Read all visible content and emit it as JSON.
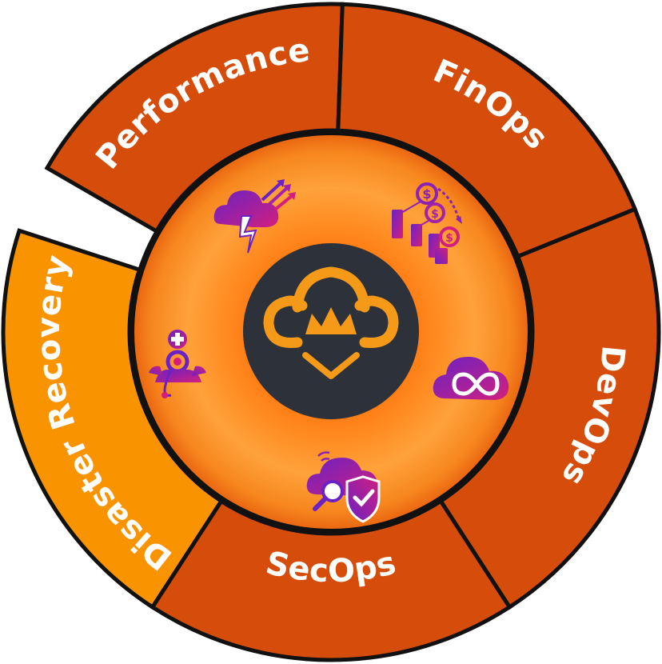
{
  "segments": [
    {
      "id": "performance",
      "label": "Performance",
      "icon": "cloud-lightning-icon",
      "color": "#D64D0B"
    },
    {
      "id": "finops",
      "label": "FinOps",
      "icon": "cost-chart-icon",
      "color": "#D64D0B"
    },
    {
      "id": "devops",
      "label": "DevOps",
      "icon": "cloud-infinity-icon",
      "color": "#D64D0B"
    },
    {
      "id": "secops",
      "label": "SecOps",
      "icon": "cloud-security-icon",
      "color": "#D64D0B"
    },
    {
      "id": "disaster-recovery",
      "label": "Disaster Recovery",
      "icon": "health-check-icon",
      "color": "#FA9300"
    }
  ],
  "center_logo": "crown-monkey-logo",
  "colors": {
    "outline": "#111111",
    "outer_segment": "#D64D0B",
    "highlight_segment": "#FA9300",
    "inner_glow": "#FFA23A",
    "logo_bg": "#2C313A",
    "logo_accent": "#F59A18",
    "icon_purple": "#6A22C4",
    "icon_magenta": "#D21F7E"
  }
}
